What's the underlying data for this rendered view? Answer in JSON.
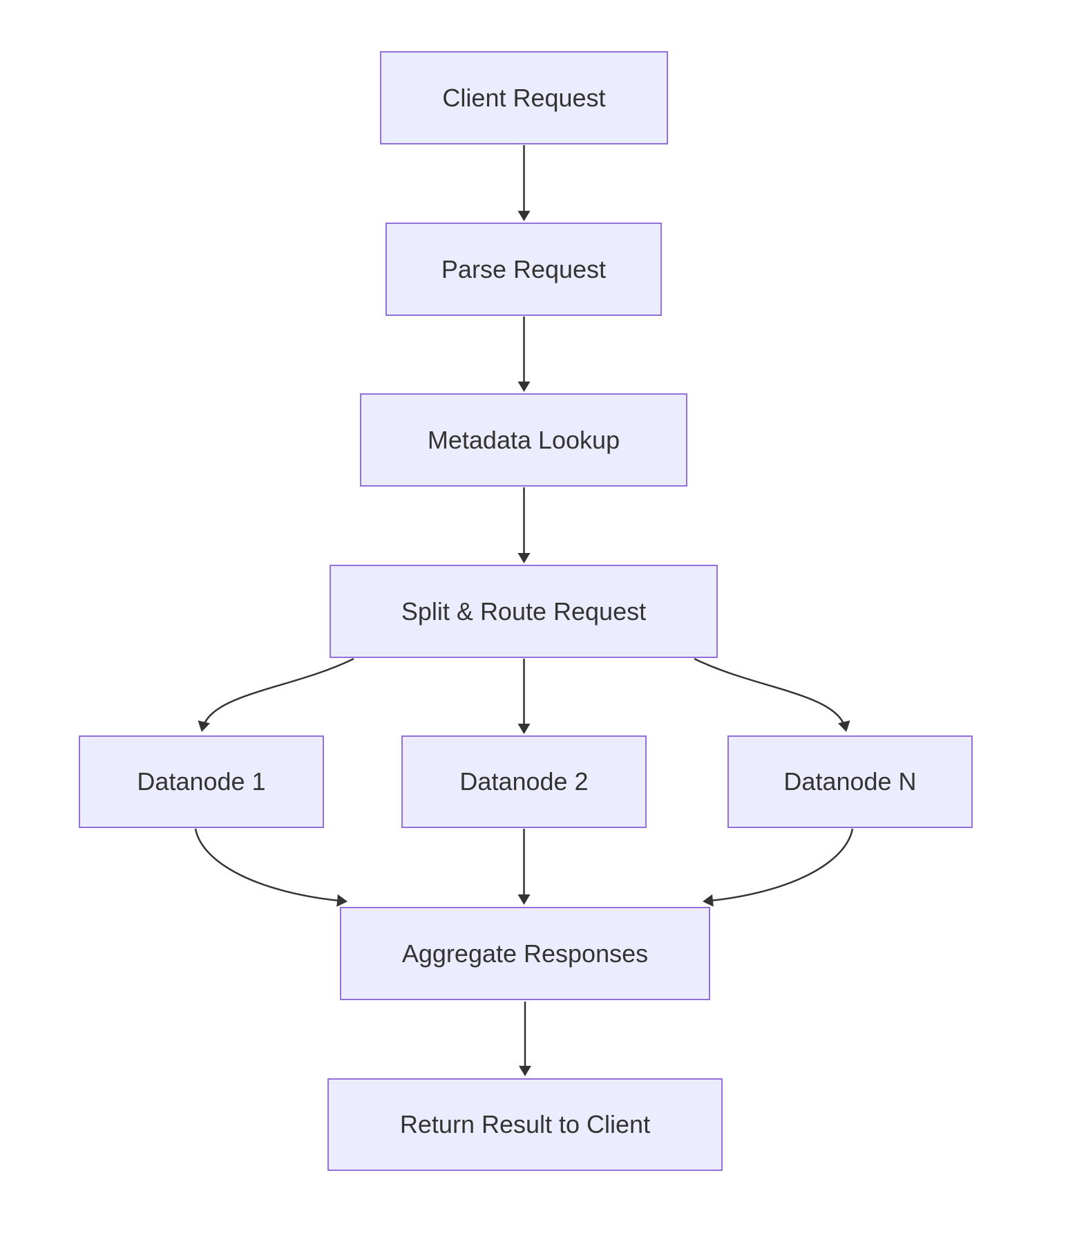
{
  "diagram": {
    "type": "flowchart",
    "direction": "top-down",
    "nodes": [
      {
        "id": "client",
        "label": "Client Request"
      },
      {
        "id": "parse",
        "label": "Parse Request"
      },
      {
        "id": "metadata",
        "label": "Metadata Lookup"
      },
      {
        "id": "split",
        "label": "Split & Route Request"
      },
      {
        "id": "datanode1",
        "label": "Datanode 1"
      },
      {
        "id": "datanode2",
        "label": "Datanode 2"
      },
      {
        "id": "datanodeN",
        "label": "Datanode N"
      },
      {
        "id": "aggregate",
        "label": "Aggregate Responses"
      },
      {
        "id": "return",
        "label": "Return Result to Client"
      }
    ],
    "edges": [
      {
        "from": "client",
        "to": "parse"
      },
      {
        "from": "parse",
        "to": "metadata"
      },
      {
        "from": "metadata",
        "to": "split"
      },
      {
        "from": "split",
        "to": "datanode1"
      },
      {
        "from": "split",
        "to": "datanode2"
      },
      {
        "from": "split",
        "to": "datanodeN"
      },
      {
        "from": "datanode1",
        "to": "aggregate"
      },
      {
        "from": "datanode2",
        "to": "aggregate"
      },
      {
        "from": "datanodeN",
        "to": "aggregate"
      },
      {
        "from": "aggregate",
        "to": "return"
      }
    ],
    "colors": {
      "node_fill": "#ECECFF",
      "node_border": "#9370DB",
      "text": "#333333",
      "arrow": "#333333",
      "background": "#FFFFFF"
    }
  }
}
